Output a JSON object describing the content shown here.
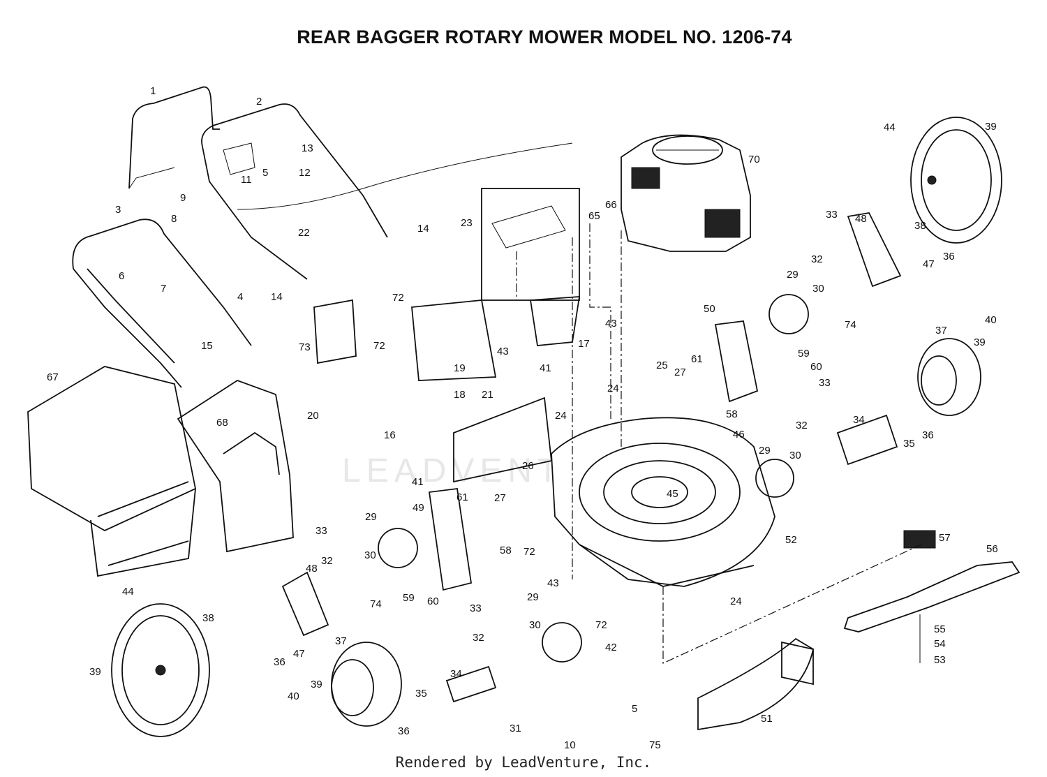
{
  "diagram": {
    "title": "REAR BAGGER ROTARY MOWER MODEL NO.  1206-74",
    "footer": "Rendered by LeadVenture, Inc.",
    "watermark": "LEADVENTURE",
    "callouts": [
      {
        "id": "c1",
        "label": "1"
      },
      {
        "id": "c2",
        "label": "2"
      },
      {
        "id": "c3",
        "label": "3"
      },
      {
        "id": "c4",
        "label": "4"
      },
      {
        "id": "c5a",
        "label": "5"
      },
      {
        "id": "c5b",
        "label": "5"
      },
      {
        "id": "c6",
        "label": "6"
      },
      {
        "id": "c7",
        "label": "7"
      },
      {
        "id": "c8",
        "label": "8"
      },
      {
        "id": "c9",
        "label": "9"
      },
      {
        "id": "c10",
        "label": "10"
      },
      {
        "id": "c11",
        "label": "11"
      },
      {
        "id": "c12",
        "label": "12"
      },
      {
        "id": "c13",
        "label": "13"
      },
      {
        "id": "c14a",
        "label": "14"
      },
      {
        "id": "c14b",
        "label": "14"
      },
      {
        "id": "c15",
        "label": "15"
      },
      {
        "id": "c16",
        "label": "16"
      },
      {
        "id": "c17",
        "label": "17"
      },
      {
        "id": "c18",
        "label": "18"
      },
      {
        "id": "c19",
        "label": "19"
      },
      {
        "id": "c20",
        "label": "20"
      },
      {
        "id": "c21",
        "label": "21"
      },
      {
        "id": "c22",
        "label": "22"
      },
      {
        "id": "c23",
        "label": "23"
      },
      {
        "id": "c24a",
        "label": "24"
      },
      {
        "id": "c24b",
        "label": "24"
      },
      {
        "id": "c24c",
        "label": "24"
      },
      {
        "id": "c25",
        "label": "25"
      },
      {
        "id": "c26",
        "label": "26"
      },
      {
        "id": "c27a",
        "label": "27"
      },
      {
        "id": "c27b",
        "label": "27"
      },
      {
        "id": "c29a",
        "label": "29"
      },
      {
        "id": "c29b",
        "label": "29"
      },
      {
        "id": "c29c",
        "label": "29"
      },
      {
        "id": "c29d",
        "label": "29"
      },
      {
        "id": "c30a",
        "label": "30"
      },
      {
        "id": "c30b",
        "label": "30"
      },
      {
        "id": "c30c",
        "label": "30"
      },
      {
        "id": "c30d",
        "label": "30"
      },
      {
        "id": "c31",
        "label": "31"
      },
      {
        "id": "c32a",
        "label": "32"
      },
      {
        "id": "c32b",
        "label": "32"
      },
      {
        "id": "c32c",
        "label": "32"
      },
      {
        "id": "c32d",
        "label": "32"
      },
      {
        "id": "c33a",
        "label": "33"
      },
      {
        "id": "c33b",
        "label": "33"
      },
      {
        "id": "c33c",
        "label": "33"
      },
      {
        "id": "c33d",
        "label": "33"
      },
      {
        "id": "c34a",
        "label": "34"
      },
      {
        "id": "c34b",
        "label": "34"
      },
      {
        "id": "c35a",
        "label": "35"
      },
      {
        "id": "c35b",
        "label": "35"
      },
      {
        "id": "c36a",
        "label": "36"
      },
      {
        "id": "c36b",
        "label": "36"
      },
      {
        "id": "c36c",
        "label": "36"
      },
      {
        "id": "c36d",
        "label": "36"
      },
      {
        "id": "c37a",
        "label": "37"
      },
      {
        "id": "c37b",
        "label": "37"
      },
      {
        "id": "c38a",
        "label": "38"
      },
      {
        "id": "c38b",
        "label": "38"
      },
      {
        "id": "c39a",
        "label": "39"
      },
      {
        "id": "c39b",
        "label": "39"
      },
      {
        "id": "c39c",
        "label": "39"
      },
      {
        "id": "c39d",
        "label": "39"
      },
      {
        "id": "c40a",
        "label": "40"
      },
      {
        "id": "c40b",
        "label": "40"
      },
      {
        "id": "c41a",
        "label": "41"
      },
      {
        "id": "c41b",
        "label": "41"
      },
      {
        "id": "c42",
        "label": "42"
      },
      {
        "id": "c43a",
        "label": "43"
      },
      {
        "id": "c43b",
        "label": "43"
      },
      {
        "id": "c43c",
        "label": "43"
      },
      {
        "id": "c44a",
        "label": "44"
      },
      {
        "id": "c44b",
        "label": "44"
      },
      {
        "id": "c45",
        "label": "45"
      },
      {
        "id": "c46",
        "label": "46"
      },
      {
        "id": "c47a",
        "label": "47"
      },
      {
        "id": "c47b",
        "label": "47"
      },
      {
        "id": "c48a",
        "label": "48"
      },
      {
        "id": "c48b",
        "label": "48"
      },
      {
        "id": "c49",
        "label": "49"
      },
      {
        "id": "c50",
        "label": "50"
      },
      {
        "id": "c51",
        "label": "51"
      },
      {
        "id": "c52",
        "label": "52"
      },
      {
        "id": "c53",
        "label": "53"
      },
      {
        "id": "c54",
        "label": "54"
      },
      {
        "id": "c55",
        "label": "55"
      },
      {
        "id": "c56",
        "label": "56"
      },
      {
        "id": "c57",
        "label": "57"
      },
      {
        "id": "c58a",
        "label": "58"
      },
      {
        "id": "c58b",
        "label": "58"
      },
      {
        "id": "c59a",
        "label": "59"
      },
      {
        "id": "c59b",
        "label": "59"
      },
      {
        "id": "c60a",
        "label": "60"
      },
      {
        "id": "c60b",
        "label": "60"
      },
      {
        "id": "c61a",
        "label": "61"
      },
      {
        "id": "c61b",
        "label": "61"
      },
      {
        "id": "c65",
        "label": "65"
      },
      {
        "id": "c66",
        "label": "66"
      },
      {
        "id": "c67",
        "label": "67"
      },
      {
        "id": "c68",
        "label": "68"
      },
      {
        "id": "c70",
        "label": "70"
      },
      {
        "id": "c72a",
        "label": "72"
      },
      {
        "id": "c72b",
        "label": "72"
      },
      {
        "id": "c72c",
        "label": "72"
      },
      {
        "id": "c72d",
        "label": "72"
      },
      {
        "id": "c73",
        "label": "73"
      },
      {
        "id": "c74a",
        "label": "74"
      },
      {
        "id": "c74b",
        "label": "74"
      },
      {
        "id": "c75",
        "label": "75"
      }
    ]
  }
}
